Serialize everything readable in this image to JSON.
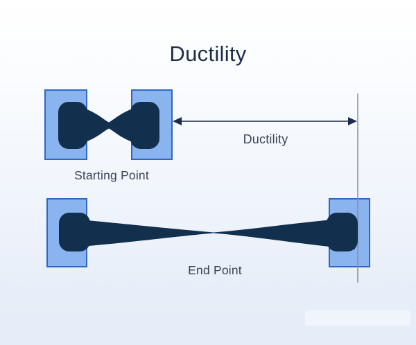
{
  "title": "Ductility",
  "diagram": {
    "starting": {
      "label": "Starting Point"
    },
    "ending": {
      "label": "End Point"
    },
    "measurement": {
      "label": "Ductility"
    }
  },
  "colors": {
    "grip_fill": "#8ab4f0",
    "grip_border": "#2f66c0",
    "specimen": "#122f4e",
    "measure_line": "#8a8f96",
    "arrow": "#1b2b4a",
    "title_text": "#1e2b47",
    "label_text": "#3b4354",
    "bg_top": "#ffffff",
    "bg_bottom": "#e6ecf8"
  }
}
